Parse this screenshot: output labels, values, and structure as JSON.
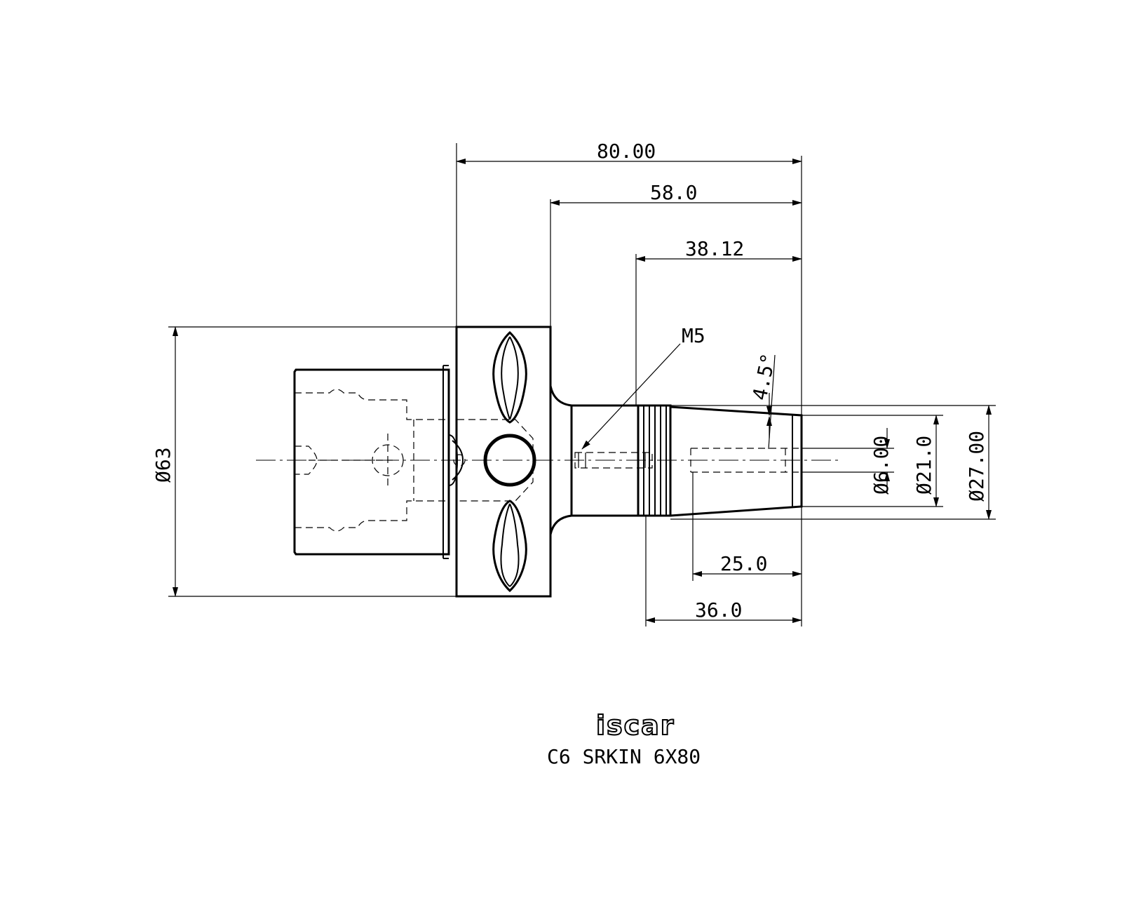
{
  "dimensions": {
    "overall_length": "80.00",
    "length_58": "58.0",
    "length_38": "38.12",
    "thread": "M5",
    "taper_angle": "4.5°",
    "bore_dia": "Ø6.00",
    "dia_21": "Ø21.0",
    "dia_27": "Ø27.00",
    "flange_dia": "Ø63",
    "length_25": "25.0",
    "length_36": "36.0"
  },
  "brand": {
    "logo_text": "iscar"
  },
  "caption": {
    "designation": "C6 SRKIN 6X80"
  }
}
